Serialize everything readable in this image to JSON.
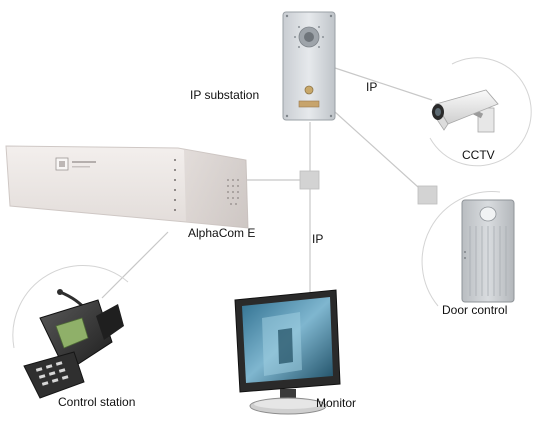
{
  "labels": {
    "ip_substation": "IP substation",
    "ip_cctv": "IP",
    "cctv": "CCTV",
    "alphacom": "AlphaCom E",
    "ip_monitor": "IP",
    "door_control": "Door control",
    "control_station": "Control station",
    "monitor": "Monitor"
  },
  "colors": {
    "line": "#c8c8c8",
    "node": "#d3d3d3",
    "device_panel": "#dcdfe2",
    "rack_body": "#ede8e6"
  }
}
